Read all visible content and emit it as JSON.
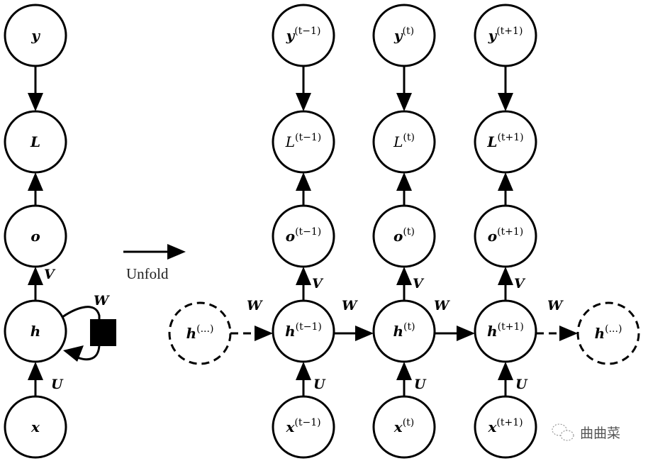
{
  "title": "Unfolded Recurrent Neural Network",
  "unfold_label": "Unfold",
  "watermark": {
    "text": "曲曲菜",
    "icon": "wechat-icon"
  },
  "folded": {
    "nodes": [
      {
        "id": "y",
        "base": "y",
        "sup": "",
        "bold": true
      },
      {
        "id": "L",
        "base": "L",
        "sup": "",
        "bold": true
      },
      {
        "id": "o",
        "base": "o",
        "sup": "",
        "bold": true
      },
      {
        "id": "h",
        "base": "h",
        "sup": "",
        "bold": true
      },
      {
        "id": "x",
        "base": "x",
        "sup": "",
        "bold": true
      }
    ],
    "edge_labels": {
      "V": "V",
      "U": "U",
      "W": "W"
    }
  },
  "unfolded": {
    "columns": [
      {
        "t": "t-1",
        "y": "(t−1)",
        "L": "(t−1)",
        "L_bold": false,
        "o": "(t−1)",
        "h": "(t−1)",
        "x": "(t−1)"
      },
      {
        "t": "t",
        "y": "(t)",
        "L": "(t)",
        "L_bold": false,
        "o": "(t)",
        "h": "(t)",
        "x": "(t)"
      },
      {
        "t": "t+1",
        "y": "(t+1)",
        "L": "(t+1)",
        "L_bold": true,
        "o": "(t+1)",
        "h": "(t+1)",
        "x": "(t+1)"
      }
    ],
    "ellipsis_sup": "(...)",
    "edge_labels": {
      "V": "V",
      "U": "U",
      "W": "W"
    },
    "bases": {
      "y": "y",
      "L": "L",
      "o": "o",
      "h": "h",
      "x": "x"
    }
  }
}
